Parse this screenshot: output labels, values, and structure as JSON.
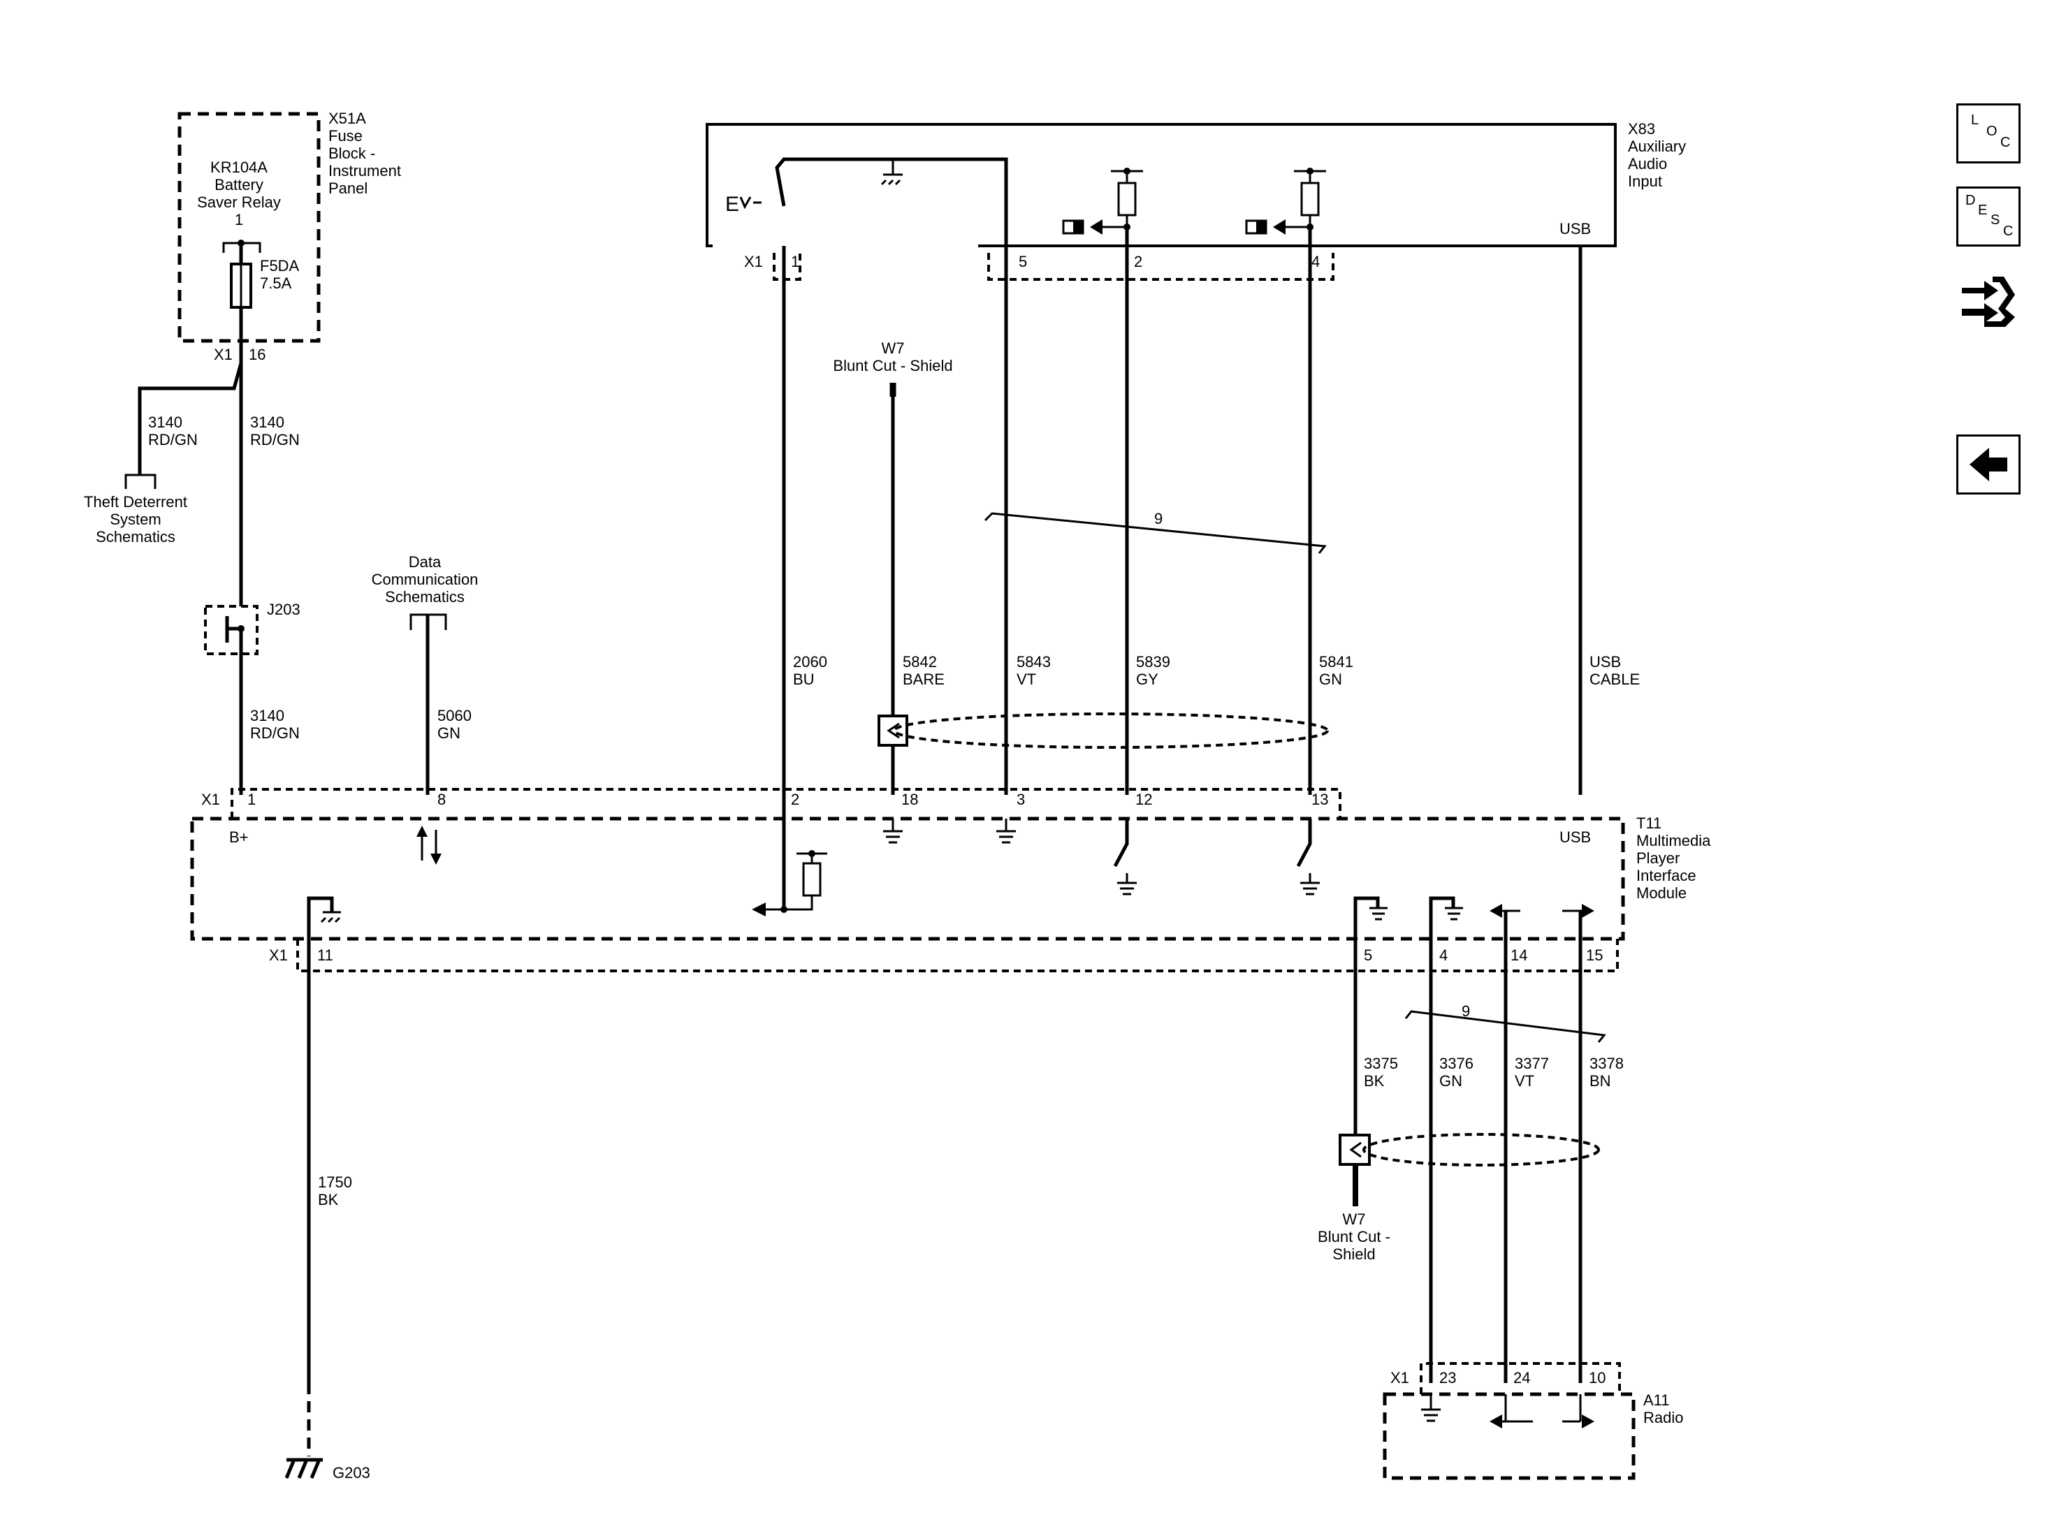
{
  "nav": {
    "loc": [
      "L",
      "O",
      "C"
    ],
    "desc": [
      "D",
      "E",
      "S",
      "C"
    ]
  },
  "components": {
    "x51a": [
      "X51A",
      "Fuse",
      "Block -",
      "Instrument",
      "Panel"
    ],
    "kr104a": [
      "KR104A",
      "Battery",
      "Saver Relay",
      "1"
    ],
    "fuse": [
      "F5DA",
      "7.5A"
    ],
    "x83": [
      "X83",
      "Auxiliary",
      "Audio",
      "Input"
    ],
    "t11": [
      "T11",
      "Multimedia",
      "Player",
      "Interface",
      "Module"
    ],
    "a11": [
      "A11",
      "Radio"
    ],
    "j203": "J203",
    "g203": "G203",
    "usb": "USB",
    "bplus": "B+"
  },
  "references": {
    "theft": [
      "Theft Deterrent",
      "System",
      "Schematics"
    ],
    "datacomm": [
      "Data",
      "Communication",
      "Schematics"
    ],
    "w7_top": [
      "W7",
      "Blunt Cut - Shield"
    ],
    "w7_bottom": [
      "W7",
      "Blunt Cut -",
      "Shield"
    ]
  },
  "connectors": {
    "x1": "X1",
    "fuse_pin": "16",
    "x83_pins": [
      "1",
      "5",
      "2",
      "4"
    ],
    "t11_top_pins": [
      "1",
      "8",
      "2",
      "18",
      "3",
      "12",
      "13"
    ],
    "t11_bottom_pins": [
      "11",
      "5",
      "4",
      "14",
      "15"
    ],
    "a11_pins": [
      "23",
      "24",
      "10"
    ]
  },
  "circuits": {
    "c3140a": [
      "3140",
      "RD/GN"
    ],
    "c3140b": [
      "3140",
      "RD/GN"
    ],
    "c3140c": [
      "3140",
      "RD/GN"
    ],
    "c5060": [
      "5060",
      "GN"
    ],
    "c2060": [
      "2060",
      "BU"
    ],
    "c5842": [
      "5842",
      "BARE"
    ],
    "c5843": [
      "5843",
      "VT"
    ],
    "c5839": [
      "5839",
      "GY"
    ],
    "c5841": [
      "5841",
      "GN"
    ],
    "usb_cable": [
      "USB",
      "CABLE"
    ],
    "c1750": [
      "1750",
      "BK"
    ],
    "c3375": [
      "3375",
      "BK"
    ],
    "c3376": [
      "3376",
      "GN"
    ],
    "c3377": [
      "3377",
      "VT"
    ],
    "c3378": [
      "3378",
      "BN"
    ],
    "twist_top": "9",
    "twist_bottom": "9"
  }
}
